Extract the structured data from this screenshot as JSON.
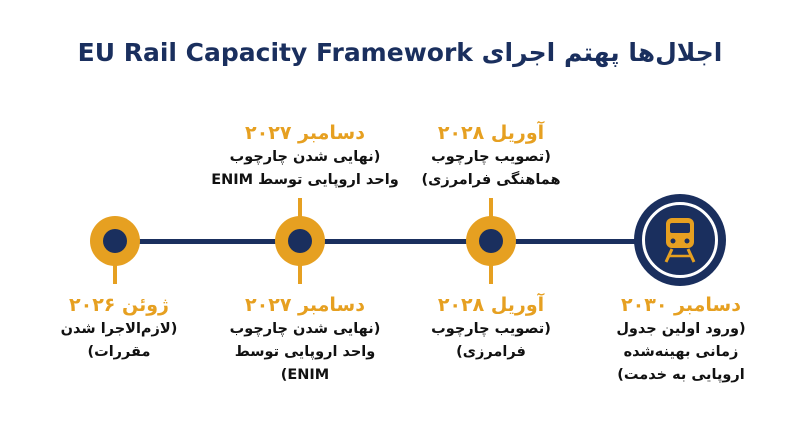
{
  "title": "EU Rail Capacity Framework اجلال‌ها  پهتم اجرای",
  "colors": {
    "navy": "#1a2f5e",
    "gold": "#e6a021",
    "text": "#111111"
  },
  "milestones": [
    {
      "date": "ژوئن ۲۰۲۶",
      "desc": "(لازم‌الاجرا شدن\nمقررات)"
    },
    {
      "date": "دسامبر ۲۰۲۷",
      "desc": "(نهایی شدن چارچوب\nواحد اروپایی توسط\nENIM)"
    },
    {
      "date": "آوریل ۲۰۲۸",
      "desc": "(تصویب چارچوب\nفرامرزی)"
    },
    {
      "date": "دسامبر ۲۰۳۰",
      "desc": "(ورود اولین جدول\nزمانی بهینه‌شده\nاروپایی به خدمت)"
    }
  ],
  "upper_labels": [
    {
      "date": "دسامبر ۲۰۲۷",
      "desc": "(نهایی شدن چارچوب\nواحد اروپایی توسط ENIM"
    },
    {
      "date": "آوریل ۲۰۲۸",
      "desc": "(تصویب چارچوب\nهماهنگی فرامرزی)"
    }
  ],
  "final_icon": "train-icon"
}
